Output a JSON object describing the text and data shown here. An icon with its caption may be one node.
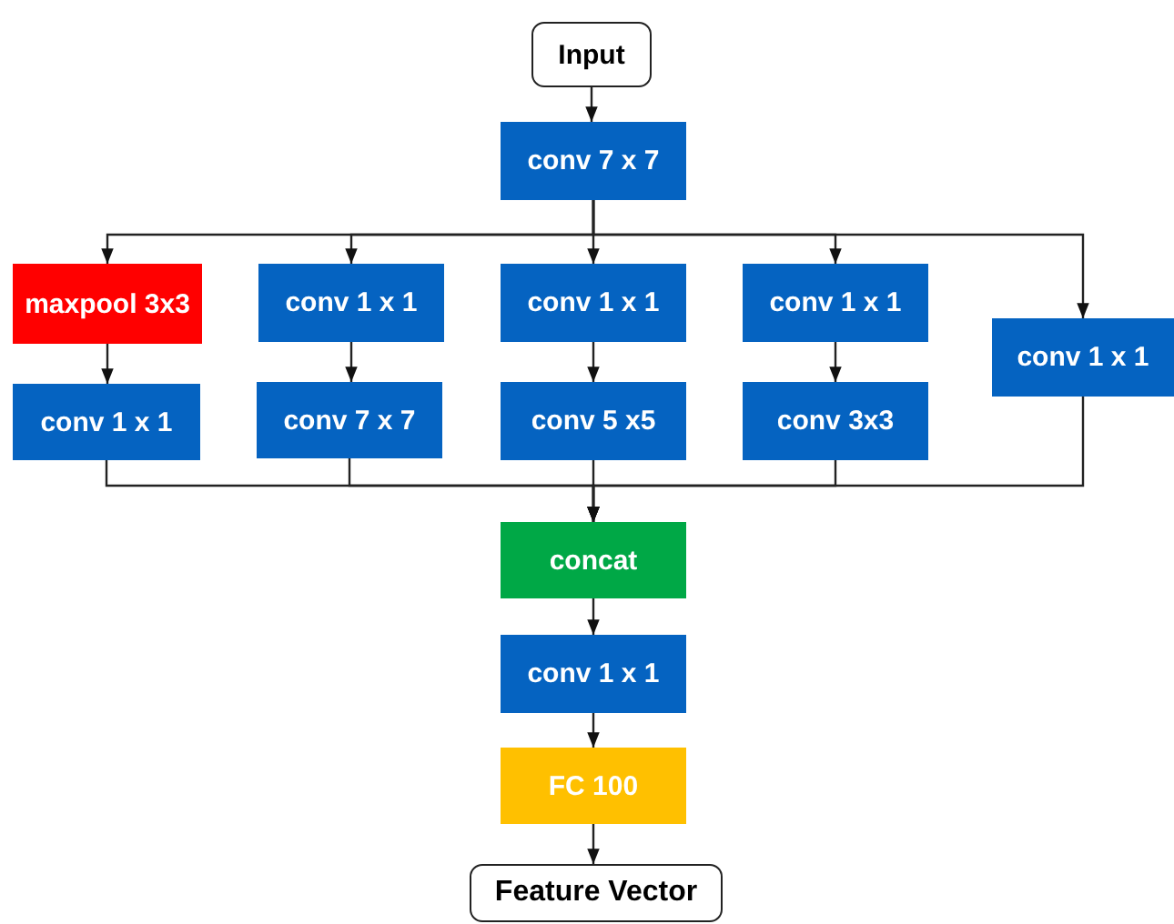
{
  "diagram": {
    "nodes": [
      {
        "text": [
          "Input"
        ]
      },
      {
        "text": [
          "conv 7 x 7"
        ]
      },
      {
        "text": [
          "maxpool 3x3"
        ]
      },
      {
        "text": [
          "conv 1 x 1"
        ]
      },
      {
        "text": [
          "conv 1 x 1"
        ]
      },
      {
        "text": [
          "conv 1 x 1"
        ]
      },
      {
        "text": [
          "conv 1 x 1"
        ]
      },
      {
        "text": [
          "conv 1 x 1"
        ]
      },
      {
        "text": [
          "conv 7 x 7"
        ]
      },
      {
        "text": [
          "conv 5 x5"
        ]
      },
      {
        "text": [
          "conv 3x3"
        ]
      },
      {
        "text": [
          "concat"
        ]
      },
      {
        "text": [
          "conv 1 x 1"
        ]
      },
      {
        "text": [
          "FC 100"
        ]
      },
      {
        "text": [
          "Feature Vector"
        ]
      }
    ],
    "edges": [
      {
        "from": 0,
        "to": 1,
        "arrow": "to"
      },
      {
        "from": 1,
        "to": 2,
        "arrow": "to"
      },
      {
        "from": 1,
        "to": 3,
        "arrow": "to"
      },
      {
        "from": 1,
        "to": 4,
        "arrow": "to"
      },
      {
        "from": 1,
        "to": 5,
        "arrow": "to"
      },
      {
        "from": 1,
        "to": 6,
        "arrow": "to"
      },
      {
        "from": 2,
        "to": 7,
        "arrow": "to"
      },
      {
        "from": 3,
        "to": 8,
        "arrow": "to"
      },
      {
        "from": 4,
        "to": 9,
        "arrow": "to"
      },
      {
        "from": 5,
        "to": 10,
        "arrow": "to"
      },
      {
        "from": 7,
        "to": 11,
        "arrow": "to"
      },
      {
        "from": 8,
        "to": 11,
        "arrow": "to"
      },
      {
        "from": 9,
        "to": 11,
        "arrow": "to"
      },
      {
        "from": 10,
        "to": 11,
        "arrow": "to"
      },
      {
        "from": 6,
        "to": 11,
        "arrow": "to"
      },
      {
        "from": 11,
        "to": 12,
        "arrow": "to"
      },
      {
        "from": 12,
        "to": 13,
        "arrow": "to"
      },
      {
        "from": 13,
        "to": 14,
        "arrow": "to"
      }
    ]
  }
}
